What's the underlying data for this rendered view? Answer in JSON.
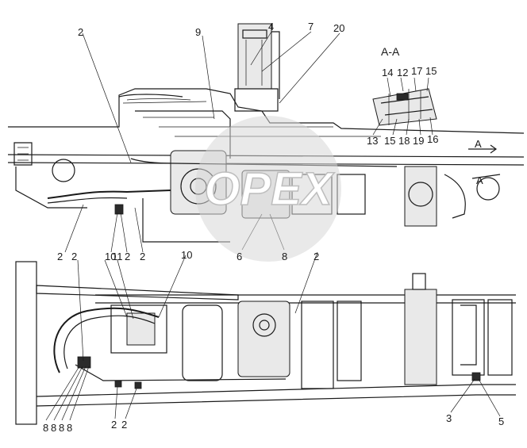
{
  "section_label": "A-A",
  "view_marker_upper": "A",
  "view_marker_lower": "A",
  "watermark": "OPEX",
  "callouts_top": [
    {
      "id": "t-2",
      "text": "2"
    },
    {
      "id": "t-9",
      "text": "9"
    },
    {
      "id": "t-4",
      "text": "4"
    },
    {
      "id": "t-7",
      "text": "7"
    },
    {
      "id": "t-20",
      "text": "20"
    },
    {
      "id": "t-14",
      "text": "14"
    },
    {
      "id": "t-12",
      "text": "12"
    },
    {
      "id": "t-17",
      "text": "17"
    },
    {
      "id": "t-15a",
      "text": "15"
    },
    {
      "id": "t-13",
      "text": "13"
    },
    {
      "id": "t-15b",
      "text": "15"
    },
    {
      "id": "t-18",
      "text": "18"
    },
    {
      "id": "t-19",
      "text": "19"
    },
    {
      "id": "t-16",
      "text": "16"
    },
    {
      "id": "t-2b",
      "text": "2"
    },
    {
      "id": "t-10a",
      "text": "10"
    },
    {
      "id": "t-11",
      "text": "11"
    },
    {
      "id": "t-2c",
      "text": "2"
    },
    {
      "id": "t-2d",
      "text": "2"
    },
    {
      "id": "t-2e",
      "text": "2"
    },
    {
      "id": "t-6",
      "text": "6"
    },
    {
      "id": "t-8a",
      "text": "8"
    },
    {
      "id": "t-2f",
      "text": "2"
    },
    {
      "id": "t-10b",
      "text": "10"
    }
  ],
  "callouts_bottom": [
    {
      "id": "b-8a",
      "text": "8"
    },
    {
      "id": "b-8b",
      "text": "8"
    },
    {
      "id": "b-8c",
      "text": "8"
    },
    {
      "id": "b-8d",
      "text": "8"
    },
    {
      "id": "b-2a",
      "text": "2"
    },
    {
      "id": "b-2b",
      "text": "2"
    },
    {
      "id": "b-3",
      "text": "3"
    },
    {
      "id": "b-5",
      "text": "5"
    }
  ]
}
